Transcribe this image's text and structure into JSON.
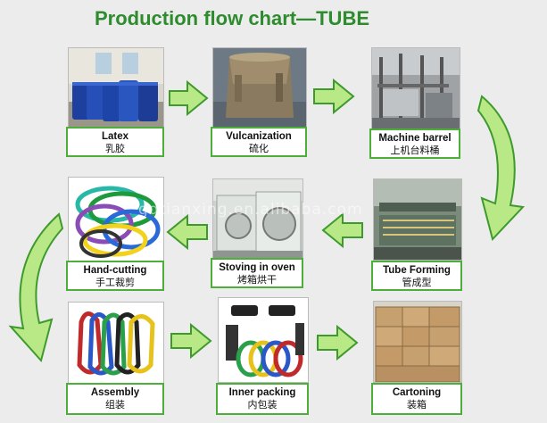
{
  "title": "Production flow chart—TUBE",
  "watermark": "gdtianxing.en.alibaba.com",
  "steps": [
    {
      "en": "Latex",
      "cn": "乳胶"
    },
    {
      "en": "Vulcanization",
      "cn": "硫化"
    },
    {
      "en": "Machine barrel",
      "cn": "上机台料桶"
    },
    {
      "en": "Tube Forming",
      "cn": "管成型"
    },
    {
      "en": "Stoving in oven",
      "cn": "烤箱烘干"
    },
    {
      "en": "Hand-cutting",
      "cn": "手工裁剪"
    },
    {
      "en": "Assembly",
      "cn": "组装"
    },
    {
      "en": "Inner packing",
      "cn": "内包装"
    },
    {
      "en": "Cartoning",
      "cn": "装箱"
    }
  ],
  "colors": {
    "arrow_fill": "#b8e986",
    "arrow_stroke": "#3f9a2d",
    "title": "#2e8b2e"
  }
}
